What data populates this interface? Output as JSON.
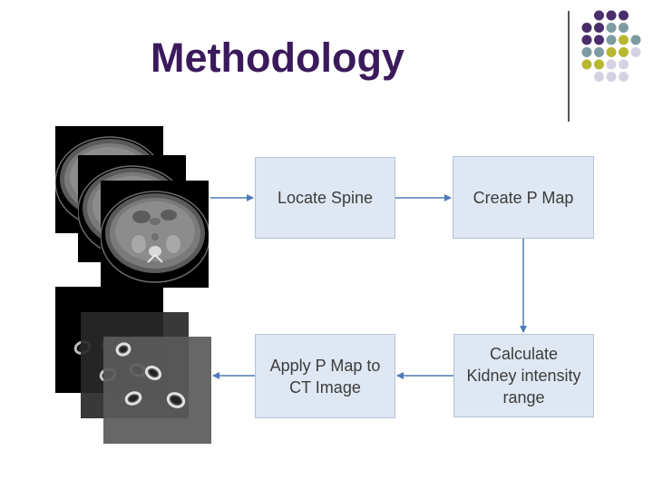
{
  "slide": {
    "title": "Methodology",
    "colors": {
      "title": "#3b1a5c",
      "dot_purple": "#4a2d6b",
      "dot_teal": "#7d9ca2",
      "dot_olive": "#b8b830",
      "dot_lavender": "#d6d2e4",
      "box_fill": "#dfe7f2",
      "arrow": "#4f7ab5"
    }
  },
  "steps": {
    "locate_spine": "Locate Spine",
    "create_p_map": "Create P Map",
    "calculate_range": "Calculate\nKidney intensity\nrange",
    "apply_p_map": "Apply P Map to\nCT Image"
  },
  "images": {
    "ct_stack": "abdominal CT slice stack",
    "mask_stack": "kidney mask slice stack"
  }
}
